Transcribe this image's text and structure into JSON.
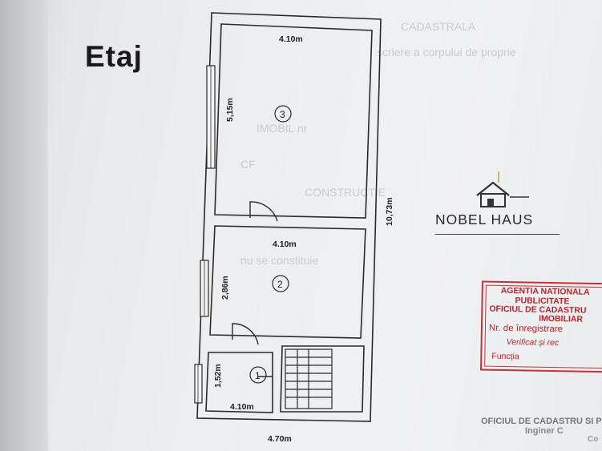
{
  "heading": "Etaj",
  "dimensions": {
    "room3_width": "4.10m",
    "room3_height": "5,15m",
    "total_height": "10,73m",
    "room2_width": "4.10m",
    "room2_height": "2,86m",
    "room1_height": "1,52m",
    "room1_width": "4.10m",
    "total_width": "4.70m"
  },
  "rooms": [
    "1",
    "2",
    "3"
  ],
  "logo": {
    "name": "NOBEL  HAUS"
  },
  "stamp": {
    "line1": "AGENTIA NATIONALA",
    "line2": "PUBLICITATE",
    "line3": "OFICIUL DE CADASTRU",
    "line4": "IMOBILIAR",
    "line5": "Nr. de înregistrare",
    "line6": "Verificat și rec",
    "line7": "Funcția"
  },
  "footer": {
    "office": "OFICIUL DE CADASTRU SI P",
    "engineer": "Inginer C",
    "co": "Co"
  },
  "colors": {
    "stamp": "#c0353b",
    "ink": "#222222"
  }
}
